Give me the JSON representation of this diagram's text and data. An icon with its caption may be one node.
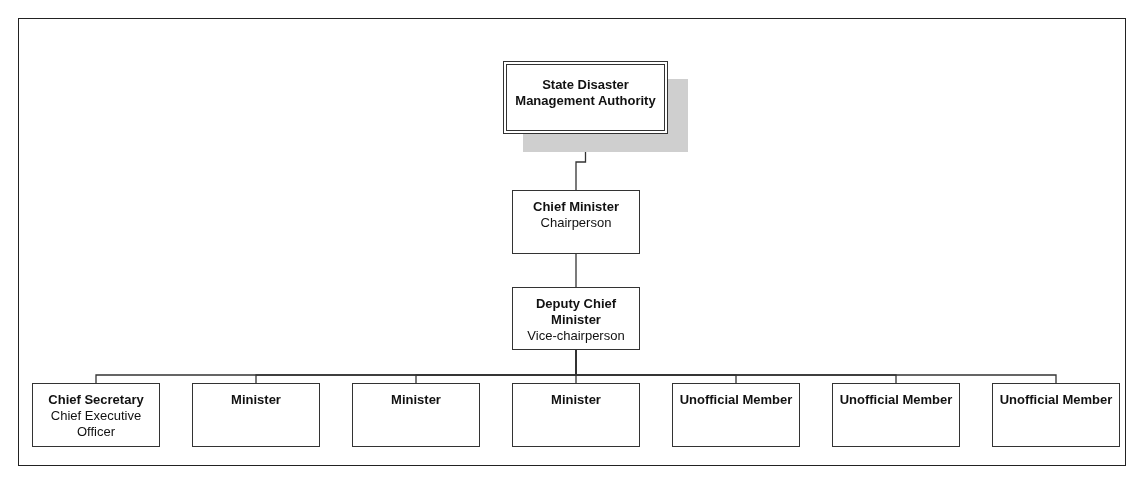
{
  "diagram": {
    "nodes": [
      {
        "text": [
          "State Disaster Management Authority"
        ]
      },
      {
        "text": [
          "Chief Minister",
          "Chairperson"
        ]
      },
      {
        "text": [
          "Deputy Chief Minister",
          "Vice-chairperson"
        ]
      },
      {
        "text": [
          "Chief Secretary",
          "Chief Executive Officer"
        ]
      },
      {
        "text": [
          "Minister"
        ]
      },
      {
        "text": [
          "Minister"
        ]
      },
      {
        "text": [
          "Minister"
        ]
      },
      {
        "text": [
          "Unofficial Member"
        ]
      },
      {
        "text": [
          "Unofficial Member"
        ]
      },
      {
        "text": [
          "Unofficial Member"
        ]
      }
    ],
    "edges": [
      {
        "from": 0,
        "to": 1,
        "arrow": "none"
      },
      {
        "from": 1,
        "to": 2,
        "arrow": "none"
      },
      {
        "from": 2,
        "to": 3,
        "arrow": "none"
      },
      {
        "from": 2,
        "to": 4,
        "arrow": "none"
      },
      {
        "from": 2,
        "to": 5,
        "arrow": "none"
      },
      {
        "from": 2,
        "to": 6,
        "arrow": "none"
      },
      {
        "from": 2,
        "to": 7,
        "arrow": "none"
      },
      {
        "from": 2,
        "to": 8,
        "arrow": "none"
      },
      {
        "from": 2,
        "to": 9,
        "arrow": "none"
      }
    ]
  }
}
